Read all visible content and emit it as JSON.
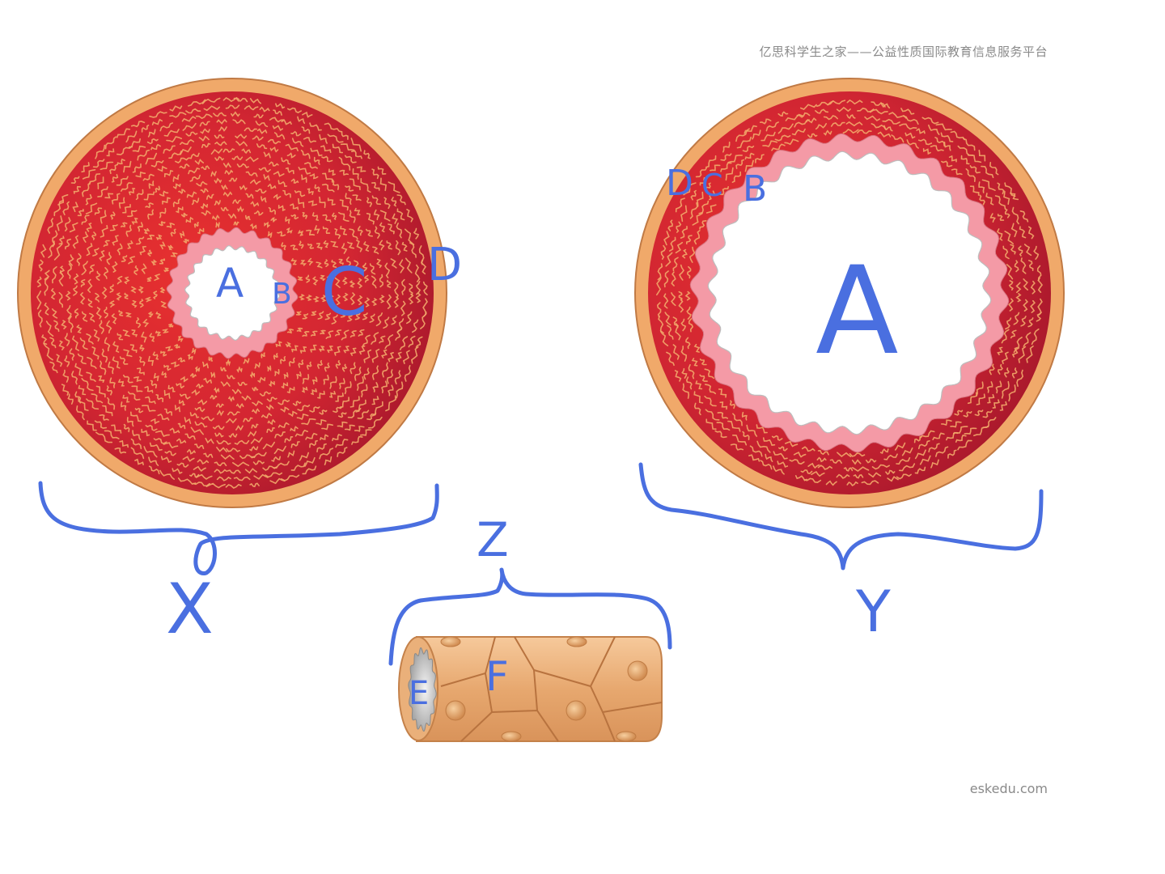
{
  "watermarks": {
    "top": "亿思科学生之家——公益性质国际教育信息服务平台",
    "bottom": "eskedu.com"
  },
  "vessel_x": {
    "labels": {
      "a": "A",
      "b": "B",
      "c": "C",
      "d": "D",
      "group": "X"
    }
  },
  "vessel_y": {
    "labels": {
      "a": "A",
      "b": "B",
      "c": "C",
      "d": "D",
      "group": "Y"
    }
  },
  "vessel_z": {
    "labels": {
      "e": "E",
      "f": "F",
      "group": "Z"
    }
  },
  "colors": {
    "outer_layer": "#f0a96a",
    "muscle_light": "#e8312f",
    "muscle_dark": "#a8182c",
    "fibre": "#f2a86a",
    "inner_lining": "#f49aa6",
    "lumen": "#ffffff",
    "capillary": "#eab07a",
    "annotation": "#4a6fe0"
  }
}
